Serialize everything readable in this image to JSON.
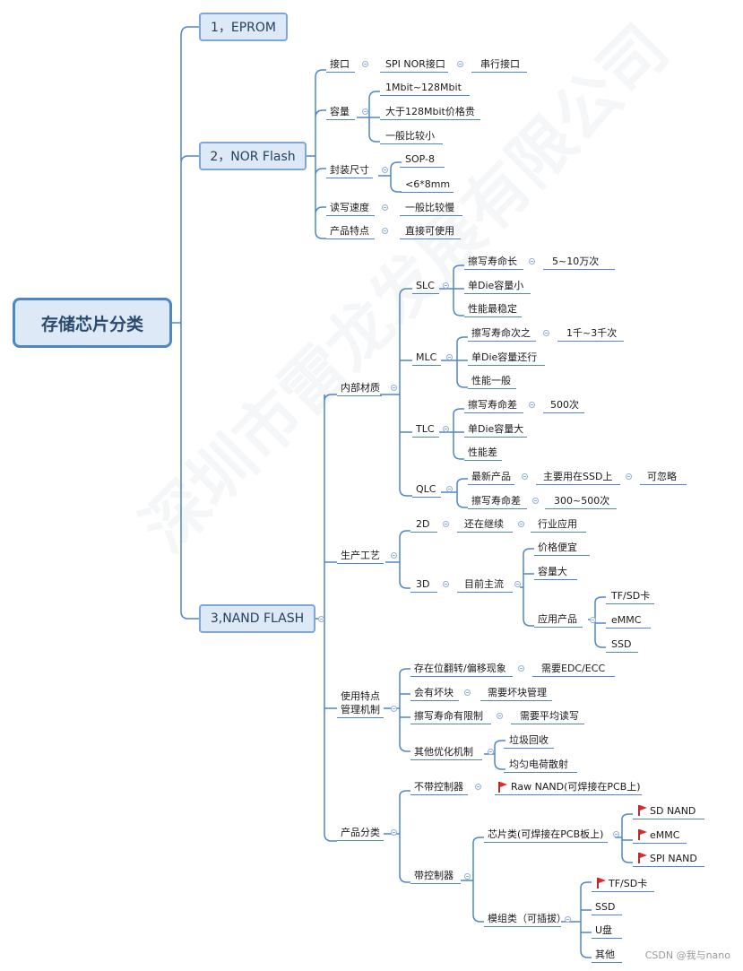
{
  "root": {
    "label": "存储芯片分类"
  },
  "main": {
    "eprom": "1，EPROM",
    "nor": "2，NOR Flash",
    "nand": "3,NAND FLASH"
  },
  "nor": {
    "interface": "接口",
    "spi_nor": "SPI NOR接口",
    "serial": "串行接口",
    "capacity": "容量",
    "cap1": "1Mbit~128Mbit",
    "cap2": "大于128Mbit价格贵",
    "cap3": "一般比较小",
    "package": "封装尺寸",
    "sop8": "SOP-8",
    "size": "<6*8mm",
    "speed": "读写速度",
    "speed_v": "一般比较慢",
    "feature": "产品特点",
    "feature_v": "直接可使用"
  },
  "nand": {
    "material": "内部材质",
    "slc": "SLC",
    "slc1": "擦写寿命长",
    "slc1v": "5~10万次",
    "slc2": "单Die容量小",
    "slc3": "性能最稳定",
    "mlc": "MLC",
    "mlc1": "擦写寿命次之",
    "mlc1v": "1千~3千次",
    "mlc2": "单Die容量还行",
    "mlc3": "性能一般",
    "tlc": "TLC",
    "tlc1": "擦写寿命差",
    "tlc1v": "500次",
    "tlc2": "单Die容量大",
    "tlc3": "性能差",
    "qlc": "QLC",
    "qlc1": "最新产品",
    "qlc1v": "主要用在SSD上",
    "qlc1v2": "可忽略",
    "qlc2": "擦写寿命差",
    "qlc2v": "300~500次",
    "process": "生产工艺",
    "p2d": "2D",
    "p2d1": "还在继续",
    "p2d2": "行业应用",
    "p3d": "3D",
    "p3d1": "目前主流",
    "p3d_a": "价格便宜",
    "p3d_b": "容量大",
    "p3d_c": "应用产品",
    "app1": "TF/SD卡",
    "app2": "eMMC",
    "app3": "SSD",
    "usage_l1": "使用特点",
    "usage_l2": "管理机制",
    "u1": "存在位翻转/偏移现象",
    "u1v": "需要EDC/ECC",
    "u2": "会有坏块",
    "u2v": "需要坏块管理",
    "u3": "擦写寿命有限制",
    "u3v": "需要平均读写",
    "u4": "其他优化机制",
    "u4a": "垃圾回收",
    "u4b": "均匀电荷散射",
    "product": "产品分类",
    "nocontroller": "不带控制器",
    "raw": "Raw NAND(可焊接在PCB上)",
    "withcontroller": "带控制器",
    "chip": "芯片类(可焊接在PCB板上)",
    "chip1": "SD NAND",
    "chip2": "eMMC",
    "chip3": "SPI NAND",
    "module": "模组类（可插拔）",
    "mod1": "TF/SD卡",
    "mod2": "SSD",
    "mod3": "U盘",
    "mod4": "其他"
  },
  "watermark": "深圳市雷龙发展有限公司",
  "credit": "CSDN @我与nano",
  "colors": {
    "line": "#4f86c6",
    "root_fill": "#dde9f6",
    "flag": "#e02a2a"
  }
}
